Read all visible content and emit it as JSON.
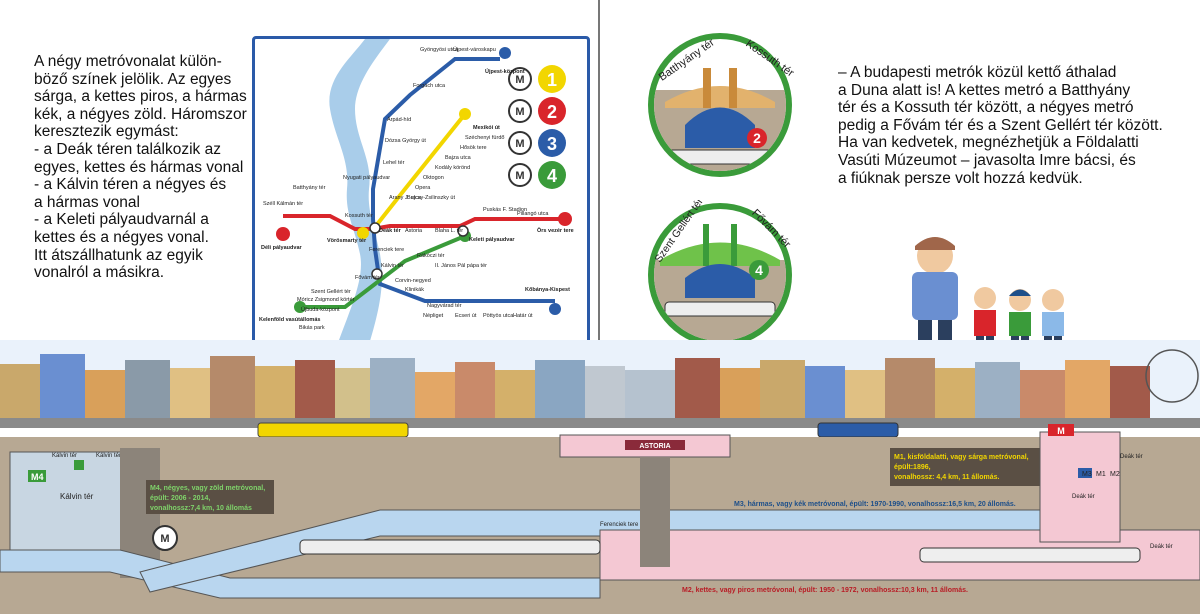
{
  "left_text": {
    "lines": [
      "A négy metróvonalat külön-",
      "böző színek jelölik. Az egyes",
      "sárga, a kettes piros, a hármas",
      "kék, a négyes zöld. Háromszor",
      "keresztezik egymást:",
      "- a Deák téren találkozik az",
      "egyes, kettes és hármas vonal",
      "- a Kálvin téren a négyes és",
      "a hármas vonal",
      "- a Keleti pályaudvarnál a",
      "kettes és a négyes vonal.",
      "Itt átszállhatunk az egyik",
      "vonalról a másikra."
    ]
  },
  "right_text": {
    "lines": [
      "– A budapesti metrók közül kettő áthalad",
      "a Duna alatt is! A kettes metró a Batthyány",
      "tér és a Kossuth tér között, a négyes metró",
      "pedig a Fővám tér és a Szent Gellért tér között.",
      "Ha van kedvetek, megnézhetjük a Földalatti",
      "Vasúti Múzeumot – javasolta Imre bácsi, és",
      "a fiúknak persze volt hozzá kedvük."
    ]
  },
  "colors": {
    "m1": "#f2d600",
    "m2": "#d9252b",
    "m3": "#2b5ca8",
    "m4": "#3a9b3a",
    "danube": "#a9cdea",
    "ground": "#b7a893",
    "tunnel_m2": "#f4c8d3",
    "tunnel_m3": "#b9d6ef"
  },
  "map": {
    "legend_numbers": [
      "1",
      "2",
      "3",
      "4"
    ],
    "stations": {
      "gyongyosi": "Gyöngyösi utca",
      "ujpest_varoskapu": "Újpest-városkapu",
      "ujpest_kozpont": "Újpest-központ",
      "forgach": "Forgách utca",
      "arpad": "Árpád-híd",
      "dozsa": "Dózsa György út",
      "mexikoi": "Mexikói út",
      "szechenyi": "Széchenyi fürdő",
      "hosok": "Hősök tere",
      "lehel": "Lehel tér",
      "bajza": "Bajza utca",
      "kodaly": "Kodály körönd",
      "oktogon": "Oktogon",
      "opera": "Opera",
      "nyugati": "Nyugati pályaudvar",
      "arany": "Arany J. utca",
      "bajcsy": "Bajcsy-Zsilinszky út",
      "batthyany": "Batthyány tér",
      "szell": "Széll Kálmán tér",
      "kossuth": "Kossuth tér",
      "deli": "Déli pályaudvar",
      "deak": "Deák tér",
      "astoria": "Astoria",
      "blaha": "Blaha L. tér",
      "keleti": "Keleti pályaudvar",
      "puskas": "Puskás F. Stadion",
      "pillango": "Pillangó utca",
      "ors": "Örs vezér tere",
      "vorosmarty": "Vörösmarty tér",
      "ferenciek": "Ferenciek tere",
      "kalvin": "Kálvin tér",
      "rakoczi": "Rákóczi tér",
      "janos_pal": "II. János Pál pápa tér",
      "fovam": "Fővám tér",
      "corvin": "Corvin-negyed",
      "klinikak": "Klinikák",
      "gellert": "Szent Gellért tér",
      "moricz": "Móricz Zsigmond körtér",
      "ujbuda": "Újbuda-központ",
      "kelenfold": "Kelenföld vasútállomás",
      "bikas": "Bikás park",
      "nagyvarad": "Nagyvárad tér",
      "kobanya": "Kőbánya-Kispest",
      "nepliget": "Népliget",
      "ecseri": "Ecseri út",
      "pottyos": "Pöttyös utca",
      "hatar": "Határ út"
    }
  },
  "river_badges": {
    "top": {
      "left": "Batthyány tér",
      "right": "Kossuth tér",
      "num": "2"
    },
    "bottom": {
      "left": "Szent Gellért tér",
      "right": "Fővám tér",
      "num": "4"
    }
  },
  "scene": {
    "astoria_sign": "ASTORIA",
    "sign_m": "M",
    "m4_label": "M4",
    "kalvin_left": "Kálvin tér",
    "kalvin_box": "Kálvin tér",
    "ferenciek_box": "Ferenciek tere",
    "deak_a": "Deák tér",
    "deak_b": "Deák tér",
    "deak_c": "Deák tér",
    "m4_info": [
      "M4, négyes, vagy zöld metróvonal,",
      "épült: 2006 - 2014,",
      "vonalhossz:7,4 km, 10 állomás"
    ],
    "m1_info": [
      "M1, kisföldalatti, vagy sárga metróvonal,",
      "épült:1896,",
      "vonalhossz: 4,4 km, 11 állomás."
    ],
    "m3_info": "M3, hármas, vagy kék metróvonal, épült: 1970-1990, vonalhossz:16,5 km, 20 állomás.",
    "m2_info": "M2, kettes, vagy piros metróvonal, épült: 1950 - 1972, vonalhossz:10,3 km, 11 állomás.",
    "mini_signs": [
      "M1",
      "M2",
      "M3"
    ],
    "m4_sign": "M4",
    "top_station_left": "Kálvin tér",
    "top_station_right": "Kálvin tér"
  }
}
